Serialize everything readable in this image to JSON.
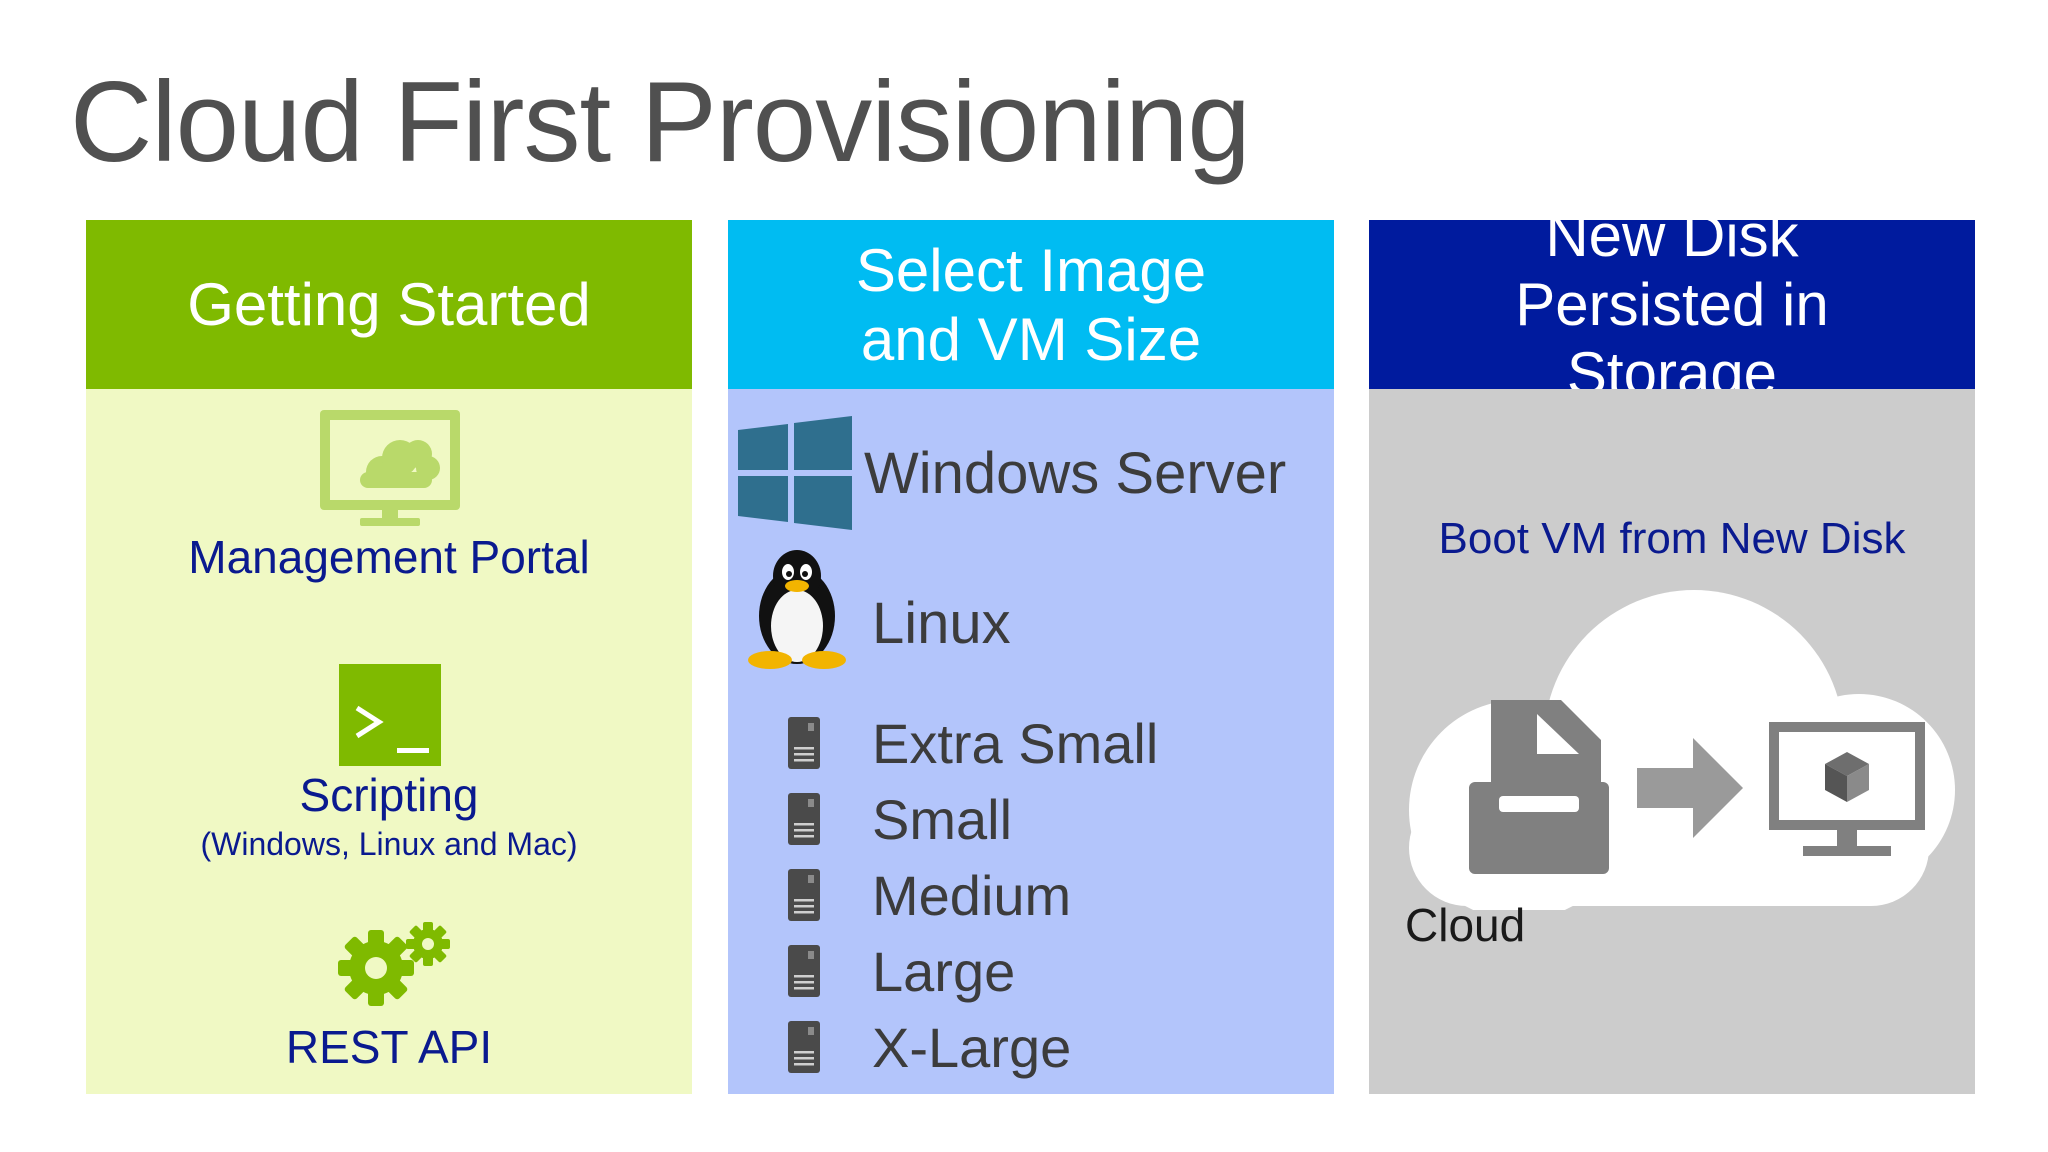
{
  "slide": {
    "title": "Cloud First Provisioning"
  },
  "panels": {
    "getting_started": {
      "heading": "Getting Started",
      "items": {
        "portal": "Management Portal",
        "scripting": "Scripting",
        "scripting_sub": "(Windows, Linux and Mac)",
        "rest": "REST API"
      },
      "icons": [
        "monitor-cloud-icon",
        "terminal-icon",
        "gears-icon"
      ],
      "header_color": "#7fba00",
      "body_color": "#f0f9c4"
    },
    "select_image": {
      "heading_line1": "Select Image",
      "heading_line2": "and VM Size",
      "images": {
        "windows": "Windows Server",
        "linux": "Linux"
      },
      "sizes": [
        "Extra Small",
        "Small",
        "Medium",
        "Large",
        "X-Large"
      ],
      "icons": [
        "windows-logo-icon",
        "linux-penguin-icon",
        "server-icon"
      ],
      "header_color": "#00bcf2",
      "body_color": "#b3c5fb"
    },
    "new_disk": {
      "heading_line1": "New Disk",
      "heading_line2": "Persisted in",
      "heading_line3": "Storage",
      "boot_text": "Boot VM from New Disk",
      "cloud_text": "Cloud",
      "icons": [
        "cloud-icon",
        "disk-icon",
        "arrow-right-icon",
        "vm-monitor-icon"
      ],
      "header_color": "#001b9e",
      "body_color": "#cccccc"
    }
  },
  "colors": {
    "title_text": "#505050",
    "label_blue": "#0a1a8f",
    "label_dark": "#3c3c3c"
  }
}
